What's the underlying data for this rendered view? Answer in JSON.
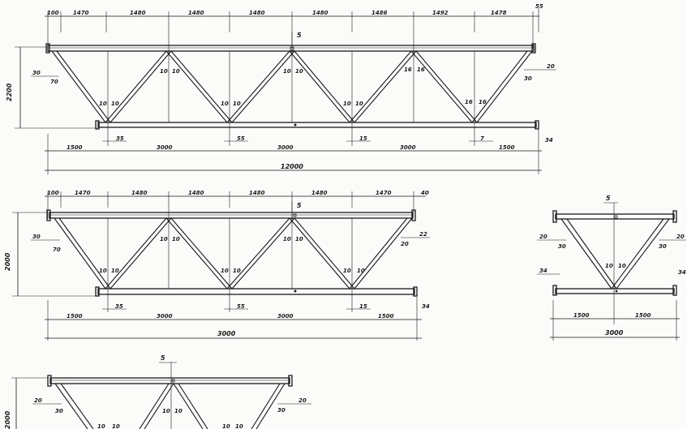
{
  "truss_12000": {
    "top_dims": [
      "100",
      "1470",
      "1480",
      "1480",
      "1480",
      "1480",
      "1486",
      "1492",
      "1478",
      "55"
    ],
    "bottom_dims": [
      "1500",
      "3000",
      "3000",
      "3000",
      "1500"
    ],
    "total": "12000",
    "height": "2200",
    "offsets": {
      "left_top": "30",
      "left_bottom": "70",
      "right_top": "20",
      "right_bottom": "30",
      "top_mark": "5"
    },
    "joint_labels": [
      "10",
      "10",
      "10",
      "10",
      "16",
      "16",
      "10",
      "10",
      "10",
      "10",
      "10",
      "10",
      "16",
      "16"
    ],
    "bottom_marks": [
      "35",
      "55",
      "15",
      "7",
      "34"
    ]
  },
  "truss_6000": {
    "top_dims": [
      "100",
      "1470",
      "1480",
      "1480",
      "1480",
      "1480",
      "1470",
      "40"
    ],
    "bottom_dims": [
      "1500",
      "3000",
      "3000",
      "1500"
    ],
    "total": "3000",
    "height": "2000",
    "offsets": {
      "left_top": "30",
      "left_bottom": "70",
      "right_top": "22",
      "right_bottom": "20",
      "top_mark": "5"
    },
    "joint_labels": [
      "10",
      "10",
      "10",
      "10",
      "10",
      "10",
      "10",
      "10",
      "10",
      "10"
    ],
    "bottom_marks": [
      "35",
      "55",
      "15",
      "34"
    ]
  },
  "truss_3000": {
    "bottom_dims": [
      "1500",
      "1500"
    ],
    "total": "3000",
    "offsets": {
      "left_top": "20",
      "left_bottom": "30",
      "right_top": "20",
      "right_bottom": "30",
      "left_mid": "34",
      "right_mid": "34",
      "top_mark": "5"
    },
    "joint_labels": [
      "10",
      "10"
    ]
  },
  "truss_partial": {
    "height": "2000",
    "offsets": {
      "left_top": "20",
      "left_bottom": "30",
      "right_top": "20",
      "right_bottom": "30",
      "top_mark": "5"
    },
    "joint_labels": [
      "10",
      "10",
      "10",
      "10",
      "10",
      "10"
    ]
  }
}
